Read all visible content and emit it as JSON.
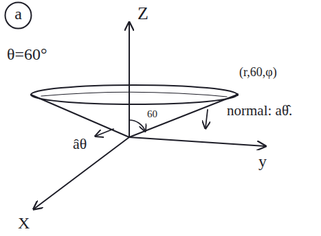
{
  "diagram": {
    "nodes": [
      {
        "text": [
          "a"
        ]
      }
    ],
    "labels": [
      "Z",
      "θ=60°",
      "(r,60,φ)",
      "normal: aθ̂.",
      "60",
      "âθ",
      "y",
      "X"
    ]
  }
}
